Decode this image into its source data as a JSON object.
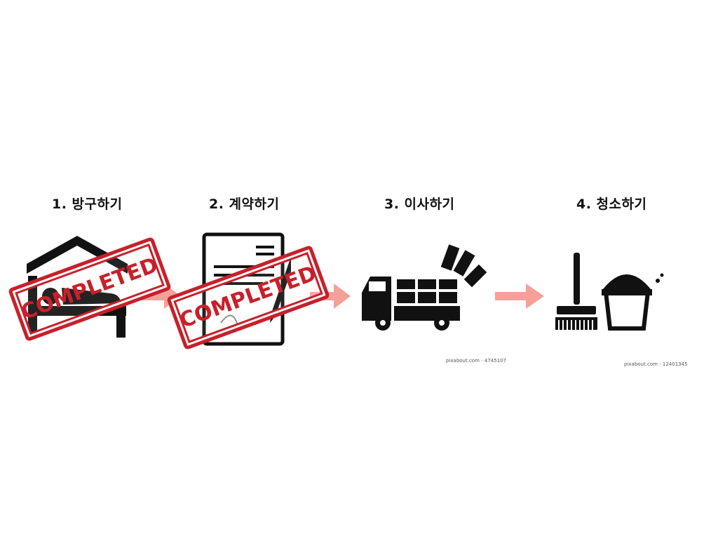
{
  "steps": [
    {
      "title": "1. 방구하기",
      "icon": "bed-house-icon",
      "status": "COMPLETED"
    },
    {
      "title": "2. 계약하기",
      "icon": "contract-document-icon",
      "status": "COMPLETED"
    },
    {
      "title": "3. 이사하기",
      "icon": "moving-truck-icon"
    },
    {
      "title": "4. 청소하기",
      "icon": "broom-bucket-icon"
    }
  ],
  "stamp_color": "#c8202a",
  "arrow_color": "#f3a199",
  "watermarks": [
    "pixabout.com - 4745107",
    "pixabout.com - 12401345"
  ]
}
